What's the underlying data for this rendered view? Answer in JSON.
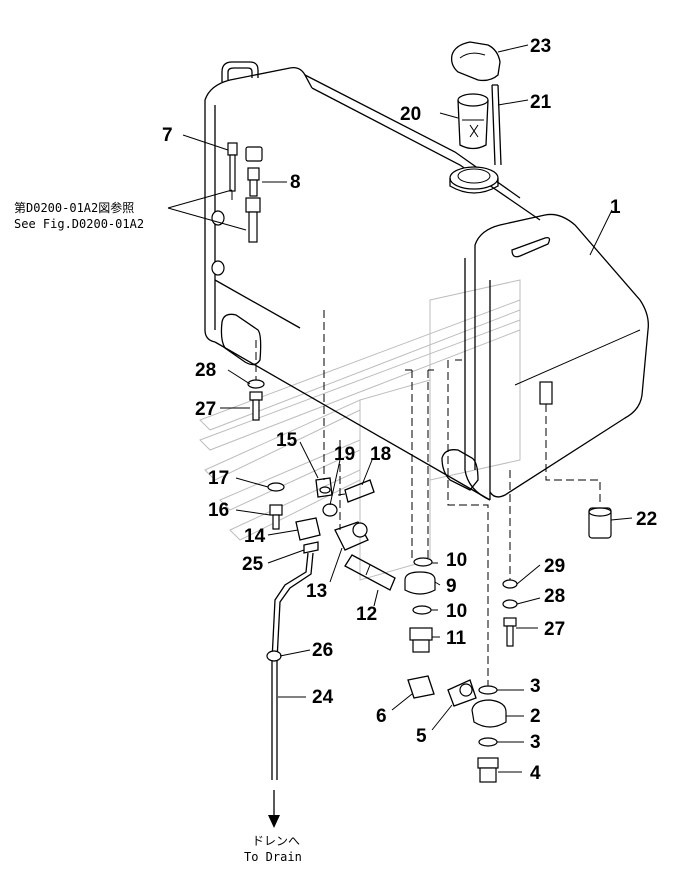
{
  "diagram": {
    "ref_note_jp": "第D0200-01A2図参照",
    "ref_note_en": "See Fig.D0200-01A2",
    "drain_note_jp": "ドレンへ",
    "drain_note_en": "To Drain"
  },
  "callouts": {
    "c1": "1",
    "c2": "2",
    "c3a": "3",
    "c3b": "3",
    "c4": "4",
    "c5": "5",
    "c6": "6",
    "c7": "7",
    "c8": "8",
    "c9": "9",
    "c10a": "10",
    "c10b": "10",
    "c11": "11",
    "c12": "12",
    "c13": "13",
    "c14": "14",
    "c15": "15",
    "c16": "16",
    "c17": "17",
    "c18": "18",
    "c19": "19",
    "c20": "20",
    "c21": "21",
    "c22": "22",
    "c23": "23",
    "c24": "24",
    "c25": "25",
    "c26": "26",
    "c27a": "27",
    "c27b": "27",
    "c28a": "28",
    "c28b": "28",
    "c29": "29"
  }
}
